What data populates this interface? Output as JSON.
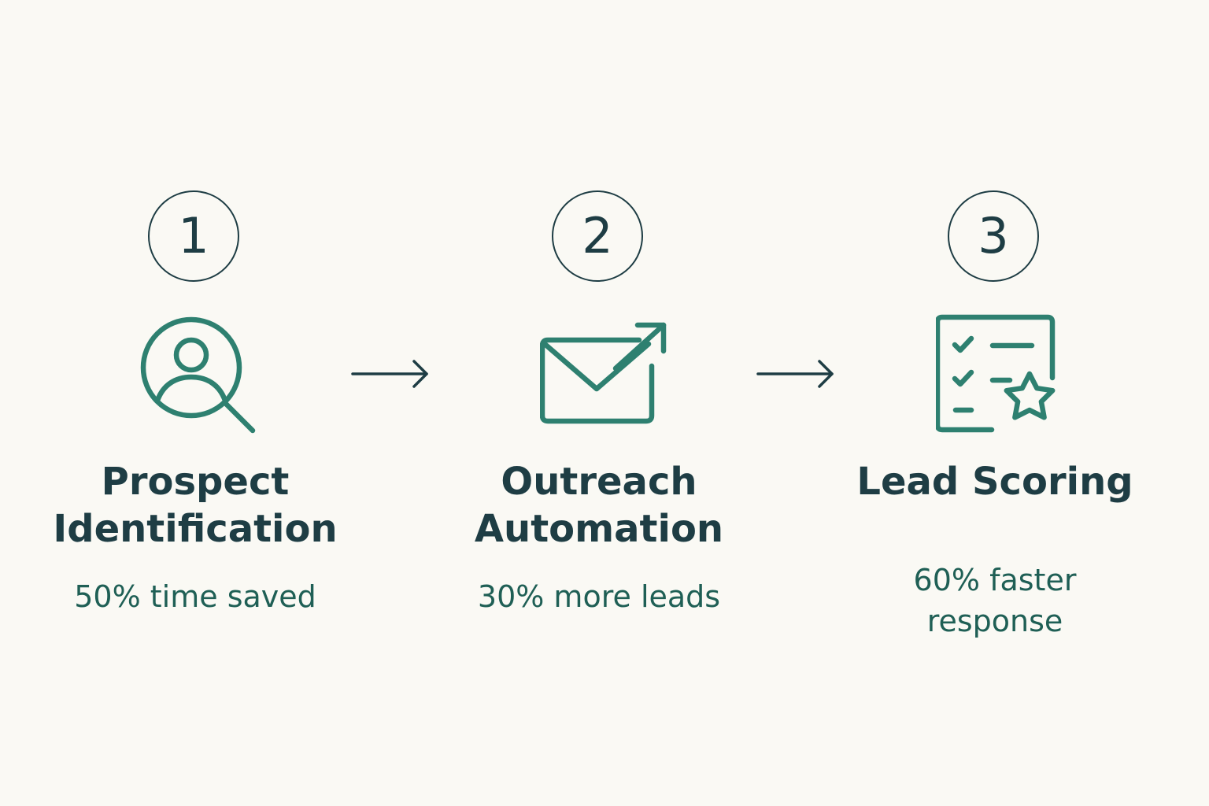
{
  "colors": {
    "background": "#FAF9F4",
    "ink": "#1E3D44",
    "accent": "#2E8070",
    "metric": "#1F5F55"
  },
  "steps": [
    {
      "number": "1",
      "icon": "person-search-icon",
      "title_line1": "Prospect",
      "title_line2": "Identification",
      "metric_line1": "50% time saved",
      "metric_line2": ""
    },
    {
      "number": "2",
      "icon": "email-send-icon",
      "title_line1": "Outreach",
      "title_line2": "Automation",
      "metric_line1": "30% more leads",
      "metric_line2": ""
    },
    {
      "number": "3",
      "icon": "checklist-star-icon",
      "title_line1": "Lead Scoring",
      "title_line2": "",
      "metric_line1": "60% faster",
      "metric_line2": "response"
    }
  ],
  "arrows": [
    "right-arrow-icon",
    "right-arrow-icon"
  ]
}
